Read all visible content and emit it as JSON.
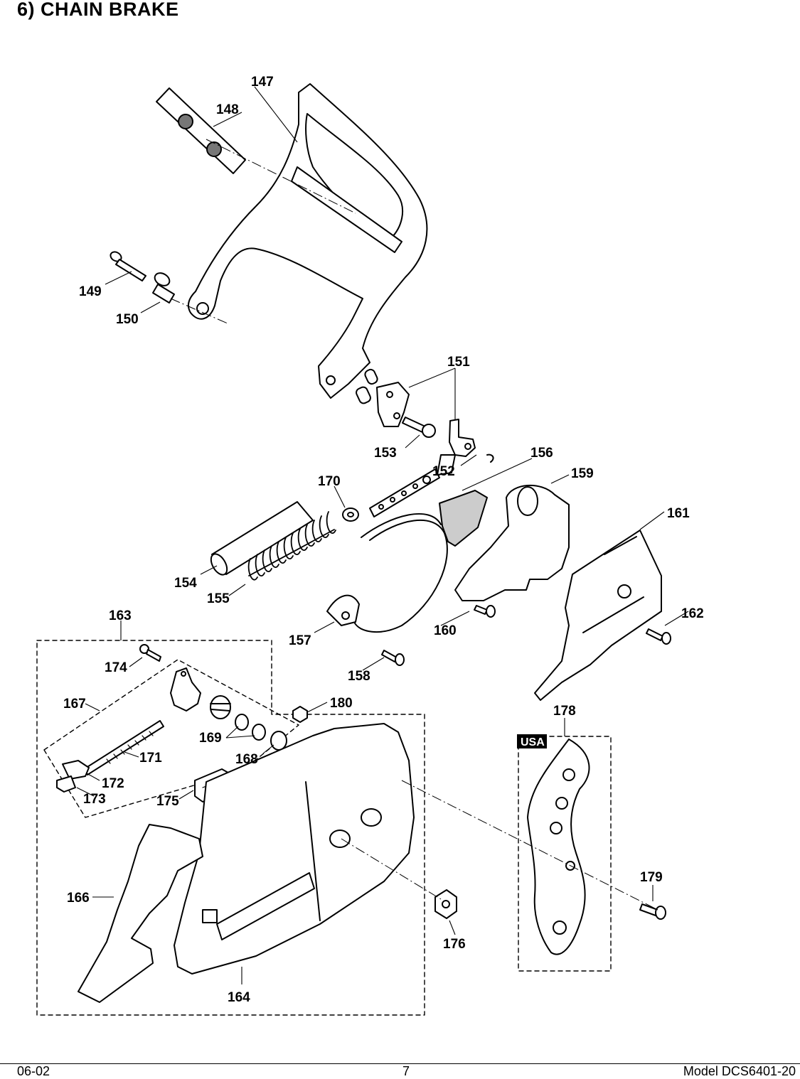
{
  "page": {
    "title": "6)  CHAIN BRAKE",
    "footer": {
      "date": "06-02",
      "page_number": "7",
      "model": "Model  DCS6401-20"
    }
  },
  "badge": {
    "text": "USA",
    "color": "#000000"
  },
  "part_labels": {
    "p147": "147",
    "p148": "148",
    "p149": "149",
    "p150": "150",
    "p151": "151",
    "p152": "152",
    "p153": "153",
    "p154": "154",
    "p155": "155",
    "p156": "156",
    "p157": "157",
    "p158": "158",
    "p159": "159",
    "p160": "160",
    "p161": "161",
    "p162": "162",
    "p163": "163",
    "p164": "164",
    "p166": "166",
    "p167": "167",
    "p168": "168",
    "p169": "169",
    "p170": "170",
    "p171": "171",
    "p172": "172",
    "p173": "173",
    "p174": "174",
    "p175": "175",
    "p176": "176",
    "p178": "178",
    "p179": "179",
    "p180": "180"
  }
}
